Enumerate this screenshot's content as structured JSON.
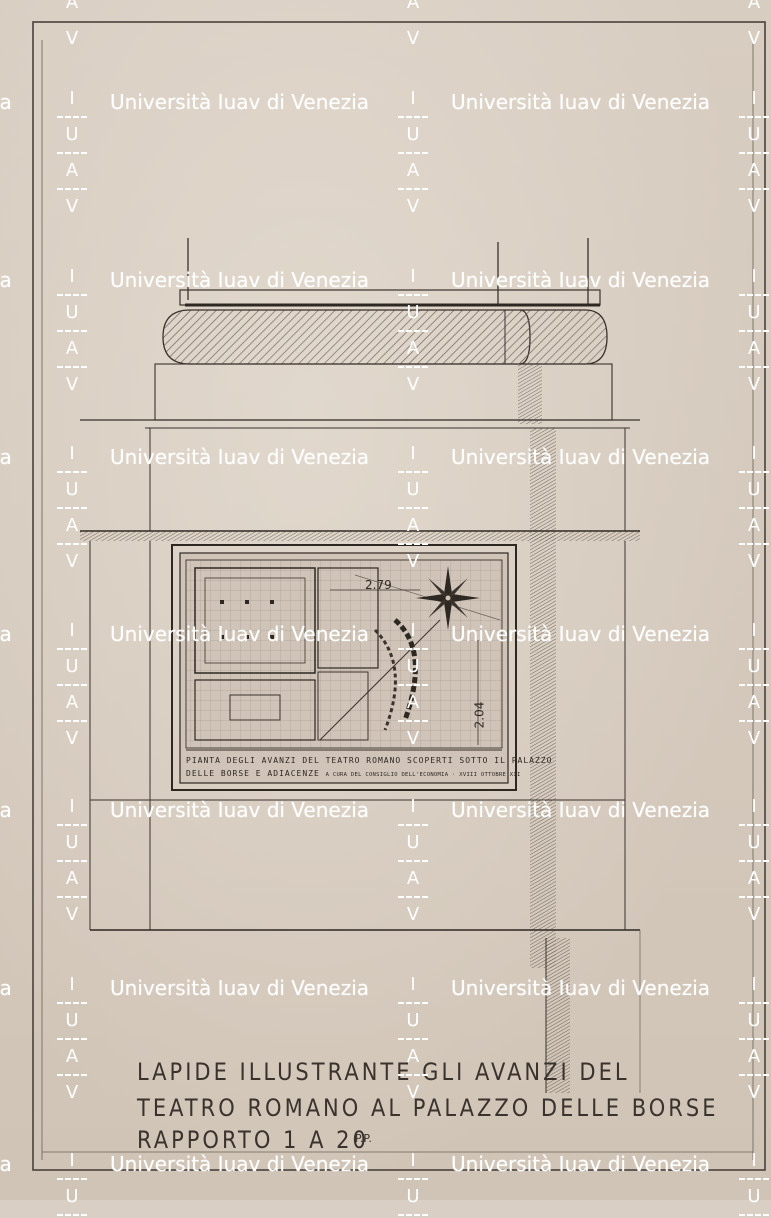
{
  "document": {
    "title_lines": [
      "LAPIDE ILLUSTRANTE GLI AVANZI DEL",
      "TEATRO ROMANO AL PALAZZO DELLE BORSE",
      "RAPPORTO 1 A 20"
    ],
    "initials": "P.P.",
    "plaque": {
      "caption_line1": "PIANTA DEGLI AVANZI DEL TEATRO ROMANO SCOPERTI SOTTO IL PALAZZO",
      "caption_line2": "DELLE BORSE E ADIACENZE",
      "caption_line2_small": "A CURA DEL CONSIGLIO DELL'ECONOMIA · XVIII OTTOBRE XII",
      "dimension_width": "2.79",
      "dimension_height": "2.04"
    }
  },
  "watermark": {
    "text": "Università Iuav di Venezia",
    "letters": [
      "I",
      "U",
      "A",
      "V"
    ],
    "color": "#ffffff"
  },
  "colors": {
    "paper": "#d6cbbe",
    "pencil": "#3a332d"
  }
}
